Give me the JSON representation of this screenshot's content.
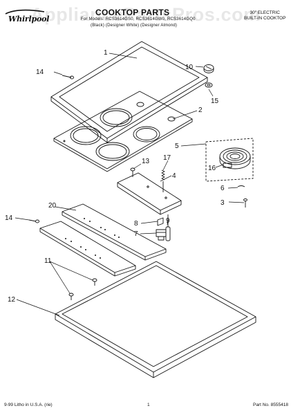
{
  "header": {
    "brand": "Whirlpool",
    "title": "COOKTOP PARTS",
    "models": "For Models: RCS3614GS0, RCS3614GW0, RCS3614GQ0",
    "colors": "(Black)   (Designer White)   (Designer Almond)",
    "description_line1": "30\" ELECTRIC",
    "description_line2": "BUILT-IN COOKTOP",
    "watermark": "AppliancePartsPros.com"
  },
  "callouts": {
    "c1": "1",
    "c2": "2",
    "c3": "3",
    "c4": "4",
    "c5": "5",
    "c6": "6",
    "c7": "7",
    "c8": "8",
    "c9": "9",
    "c10": "10",
    "c11": "11",
    "c12": "12",
    "c13": "13",
    "c14a": "14",
    "c14b": "14",
    "c15": "15",
    "c16": "16",
    "c17": "17",
    "c20": "20"
  },
  "footer": {
    "left": "9-99 Litho in U.S.A. (rie)",
    "page": "1",
    "part": "Part No. 8555418"
  }
}
